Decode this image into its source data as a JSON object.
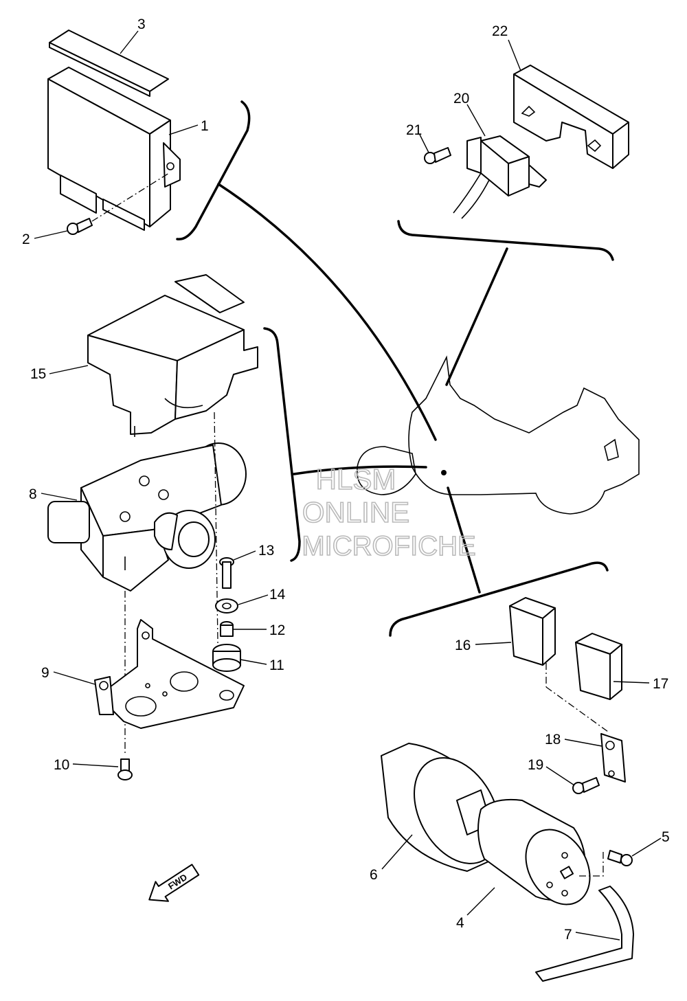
{
  "diagram": {
    "callouts": [
      "1",
      "2",
      "3",
      "4",
      "5",
      "6",
      "7",
      "8",
      "9",
      "10",
      "11",
      "12",
      "13",
      "14",
      "15",
      "16",
      "17",
      "18",
      "19",
      "20",
      "21",
      "22"
    ],
    "fwd_label": "FWD",
    "watermark": [
      "HLSM",
      "ONLINE",
      "MICROFICHE"
    ]
  },
  "colors": {
    "line": "#000000",
    "watermark": "#b9b9b9",
    "background": "#ffffff"
  }
}
